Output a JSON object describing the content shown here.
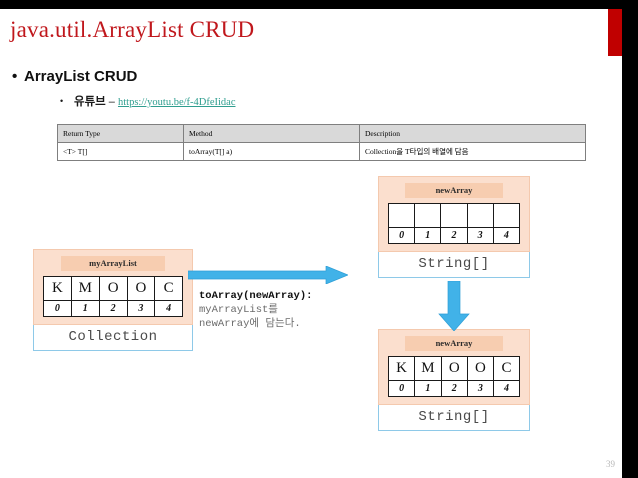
{
  "slide": {
    "title": "java.util.ArrayList CRUD",
    "page_number": "39",
    "accent_red": "#c0171c",
    "accent_blue": "#41b2e8",
    "box_fill": "#fbdfce",
    "label_fill": "#f7cdb0"
  },
  "bullets": {
    "level1": {
      "marker": "•",
      "text": "ArrayList CRUD"
    },
    "level2": {
      "marker": "•",
      "korean": "유튜브",
      "dash": " – ",
      "link_text": "https://youtu.be/f-4DfeIidac"
    }
  },
  "method_table": {
    "headers": [
      "Return Type",
      "Method",
      "Description"
    ],
    "rows": [
      [
        "<T> T[]",
        "toArray(T[] a)",
        "Collection을 T타입의 배열에 담음"
      ]
    ]
  },
  "diagram": {
    "source": {
      "name": "myArrayList",
      "values": [
        "K",
        "M",
        "O",
        "O",
        "C"
      ],
      "indices": [
        "0",
        "1",
        "2",
        "3",
        "4"
      ],
      "type_label": "Collection"
    },
    "target_before": {
      "name": "newArray",
      "values": [
        "",
        "",
        "",
        "",
        ""
      ],
      "indices": [
        "0",
        "1",
        "2",
        "3",
        "4"
      ],
      "type_label": "String[]"
    },
    "target_after": {
      "name": "newArray",
      "values": [
        "K",
        "M",
        "O",
        "O",
        "C"
      ],
      "indices": [
        "0",
        "1",
        "2",
        "3",
        "4"
      ],
      "type_label": "String[]"
    },
    "annotation": {
      "signature": "toArray(newArray):",
      "line2": "myArrayList를",
      "line3": "newArray에 담는다."
    },
    "arrows": {
      "horizontal": "arrow-right",
      "vertical": "arrow-down"
    }
  }
}
